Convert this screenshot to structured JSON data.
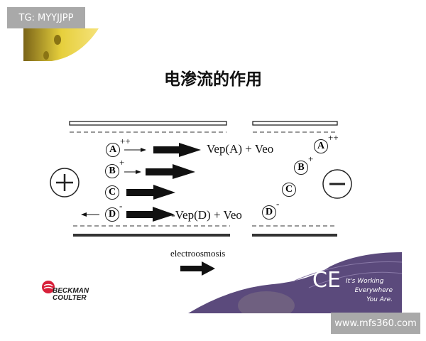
{
  "watermark_top": "TG: MYYJJPP",
  "watermark_bottom": "www.mfs360.com",
  "title": "电渗流的作用",
  "diagram": {
    "anode_symbol": "+",
    "cathode_symbol": "−",
    "species": [
      {
        "label": "A",
        "charge": "++"
      },
      {
        "label": "B",
        "charge": "+"
      },
      {
        "label": "C",
        "charge": ""
      },
      {
        "label": "D",
        "charge": "-"
      }
    ],
    "velocity_A": "Vep(A) + Veo",
    "velocity_D": "-Vep(D) + Veo",
    "legend_label": "electroosmosis"
  },
  "footer": {
    "logo_line1": "BECKMAN",
    "logo_line2": "COULTER",
    "ce_mark": "CE",
    "slogan_1": "It's Working",
    "slogan_2": "Everywhere",
    "slogan_3": "You Are.",
    "colors": {
      "purple": "#5b4a7c",
      "logo_red": "#d8203a"
    }
  }
}
